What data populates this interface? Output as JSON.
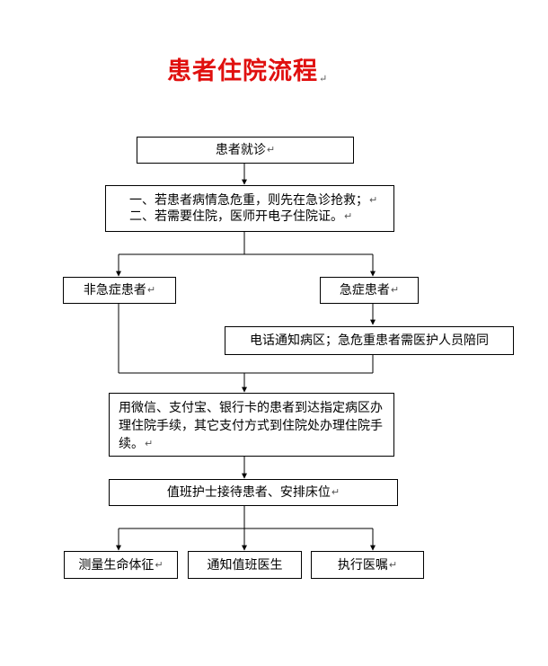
{
  "title": "患者住院流程",
  "paragraph_mark": "↵",
  "nodes": {
    "visit": "患者就诊",
    "triage": [
      "一、若患者病情急危重，则先在急诊抢救；",
      "二、若需要住院，医师开电子住院证。"
    ],
    "non_emergency": "非急症患者",
    "emergency": "急症患者",
    "notify_ward": "电话通知病区；急危重患者需医护人员陪同",
    "admission": "用微信、支付宝、银行卡的患者到达指定病区办理住院手续，其它支付方式到住院处办理住院手续。",
    "nurse_reception": "值班护士接待患者、安排床位",
    "vital_signs": "测量生命体征",
    "notify_doctor": "通知值班医生",
    "execute_orders": "执行医嘱"
  }
}
